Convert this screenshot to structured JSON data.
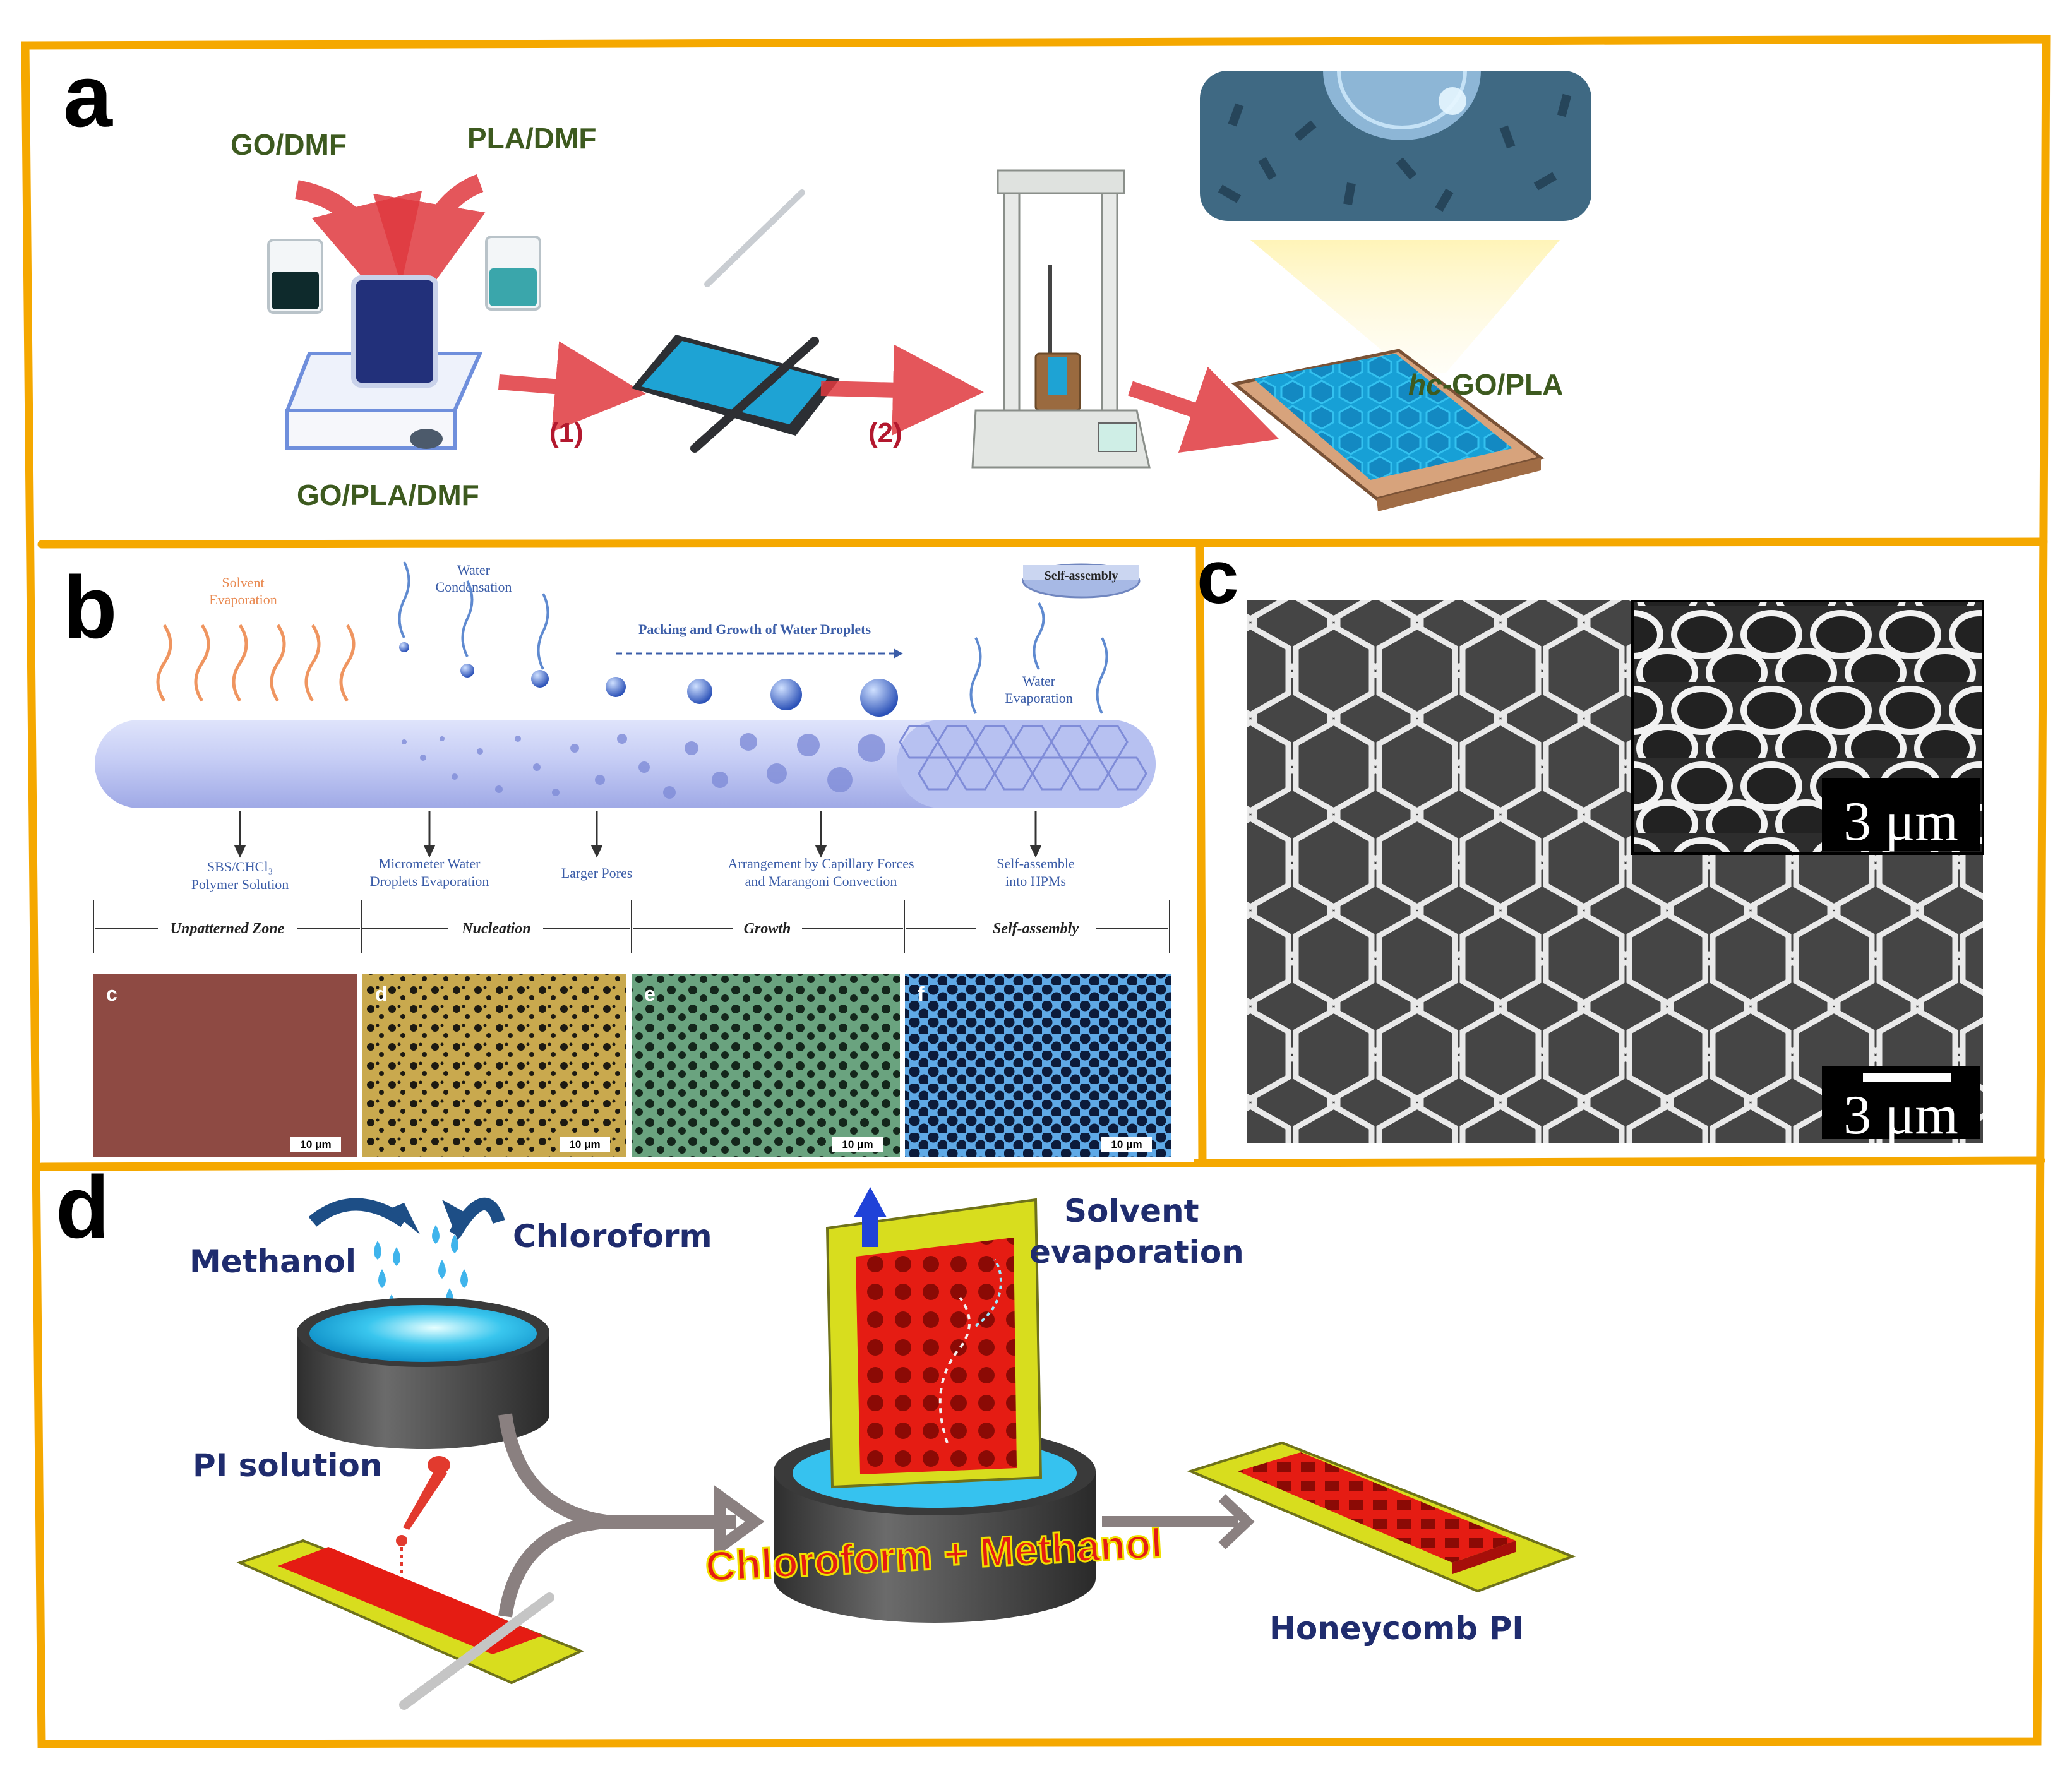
{
  "colors": {
    "frame": "#F5A800",
    "dark_green": "#3d5a1f",
    "red_arrow": "#d9363e",
    "navy_text": "#1f2c6e",
    "b_text": "#3b5da8",
    "b_orange": "#e98a52",
    "honeycomb_red": "#e11c12",
    "substrate_yellow": "#d8dd1e",
    "sem_bg": "#3a3a3a"
  },
  "panel_a": {
    "letter": "a",
    "go_dmf": "GO/DMF",
    "pla_dmf": "PLA/DMF",
    "go_pla_dmf": "GO/PLA/DMF",
    "step1": "(1)",
    "step2": "(2)",
    "hc_prefix": "hc",
    "hc_suffix": "-GO/PLA"
  },
  "panel_b": {
    "letter": "b",
    "solvent_evap": [
      "Solvent",
      "Evaporation"
    ],
    "water_cond": [
      "Water",
      "Condensation"
    ],
    "packing": "Packing and Growth of Water Droplets",
    "self_assembly_top": "Self-assembly",
    "water_evap": [
      "Water",
      "Evaporation"
    ],
    "desc": [
      [
        "SBS/CHCl₃",
        "Polymer Solution"
      ],
      [
        "Micrometer Water",
        "Droplets Evaporation"
      ],
      [
        "Larger Pores"
      ],
      [
        "Arrangement by Capillary Forces",
        "and Marangoni Convection"
      ],
      [
        "Self-assemble",
        "into HPMs"
      ]
    ],
    "zones": [
      "Unpatterned Zone",
      "Nucleation",
      "Growth",
      "Self-assembly"
    ],
    "images": [
      {
        "label": "c",
        "scale": "10 μm",
        "color": "#8e4a43"
      },
      {
        "label": "d",
        "scale": "10 μm",
        "color": "#c9a94e"
      },
      {
        "label": "e",
        "scale": "10 μm",
        "color": "#5f9a78"
      },
      {
        "label": "f",
        "scale": "10 μm",
        "color": "#4a86c8"
      }
    ]
  },
  "panel_c": {
    "letter": "c",
    "scale_main": "3 μm",
    "scale_inset": "3 μm"
  },
  "panel_d": {
    "letter": "d",
    "methanol": "Methanol",
    "chloroform": "Chloroform",
    "pi_solution": "PI solution",
    "solvent_evap": [
      "Solvent",
      "evaporation"
    ],
    "beaker_label": "Chloroform + Methanol",
    "honeycomb_pi": "Honeycomb PI"
  }
}
